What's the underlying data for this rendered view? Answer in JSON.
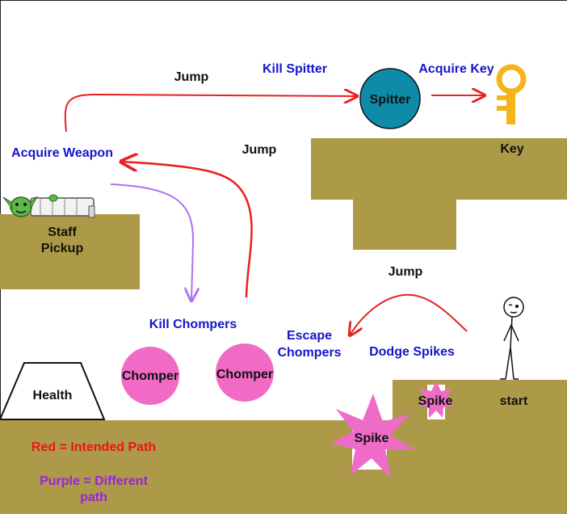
{
  "colors": {
    "ground": "#AD9A48",
    "intended_path": "#E82020",
    "different_path": "#B070F0",
    "spitter": "#0E8BA8",
    "chomper": "#F06AC6",
    "spike": "#EE6BC8",
    "key": "#F4B41A",
    "label_blue": "#1515CC"
  },
  "labels": {
    "jump_top": "Jump",
    "kill_spitter": "Kill Spitter",
    "acquire_key": "Acquire Key",
    "acquire_weapon": "Acquire Weapon",
    "jump_middle": "Jump",
    "jump_right": "Jump",
    "kill_chompers": "Kill Chompers",
    "escape_chompers_line1": "Escape",
    "escape_chompers_line2": "Chompers",
    "dodge_spikes": "Dodge Spikes"
  },
  "objects": {
    "spitter": "Spitter",
    "key": "Key",
    "staff_line1": "Staff",
    "staff_line2": "Pickup",
    "health": "Health",
    "chomper_left": "Chomper",
    "chomper_right": "Chomper",
    "spike_small": "Spike",
    "spike_large": "Spike",
    "start": "start"
  },
  "legend": {
    "red": "Red = Intended Path",
    "purple_line1": "Purple = Different",
    "purple_line2": "path"
  },
  "icons": {
    "player": "stick-figure-icon",
    "staff_holder": "goblin-icon",
    "key": "key-icon"
  }
}
